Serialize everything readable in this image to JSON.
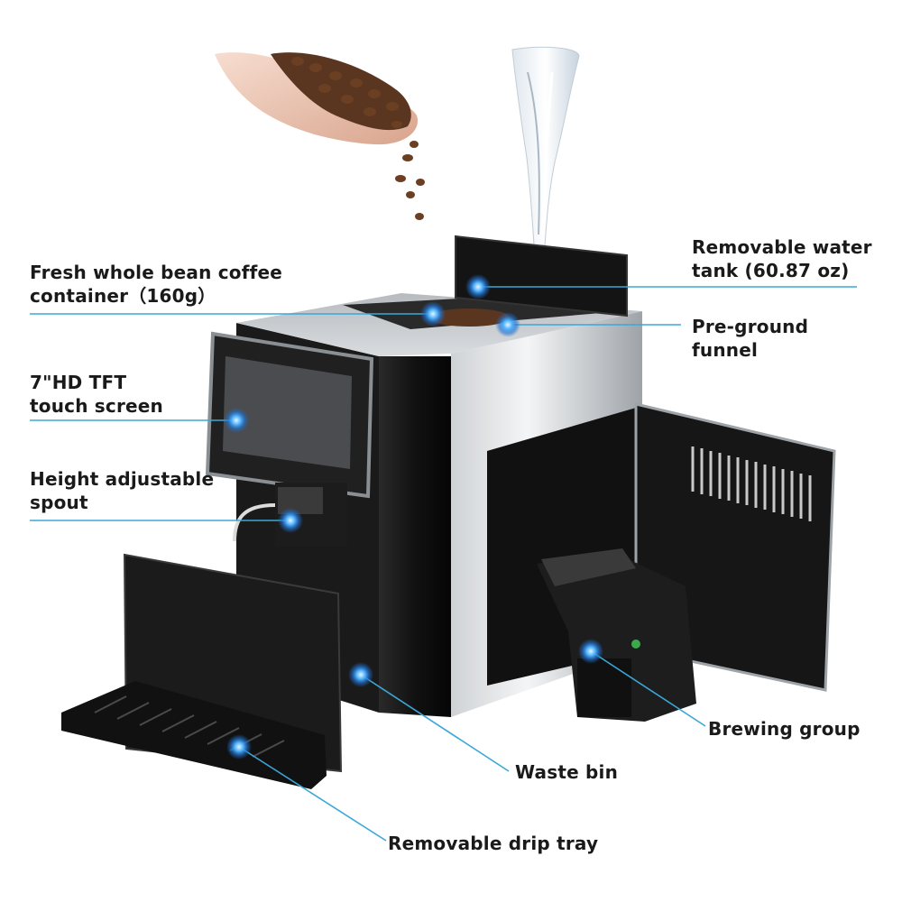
{
  "labels": {
    "bean_container": "Fresh whole bean coffee\ncontainer（160g）",
    "touch_screen": "7\"HD TFT\ntouch screen",
    "spout": "Height adjustable\nspout",
    "water_tank": "Removable water\ntank (60.87 oz)",
    "funnel": "Pre-ground\nfunnel",
    "brewing_group": "Brewing group",
    "waste_bin": "Waste bin",
    "drip_tray": "Removable drip tray"
  },
  "colors": {
    "leader_line": "#3aa7d8",
    "marker": "#2b8fe0",
    "text": "#1a1a1a"
  }
}
